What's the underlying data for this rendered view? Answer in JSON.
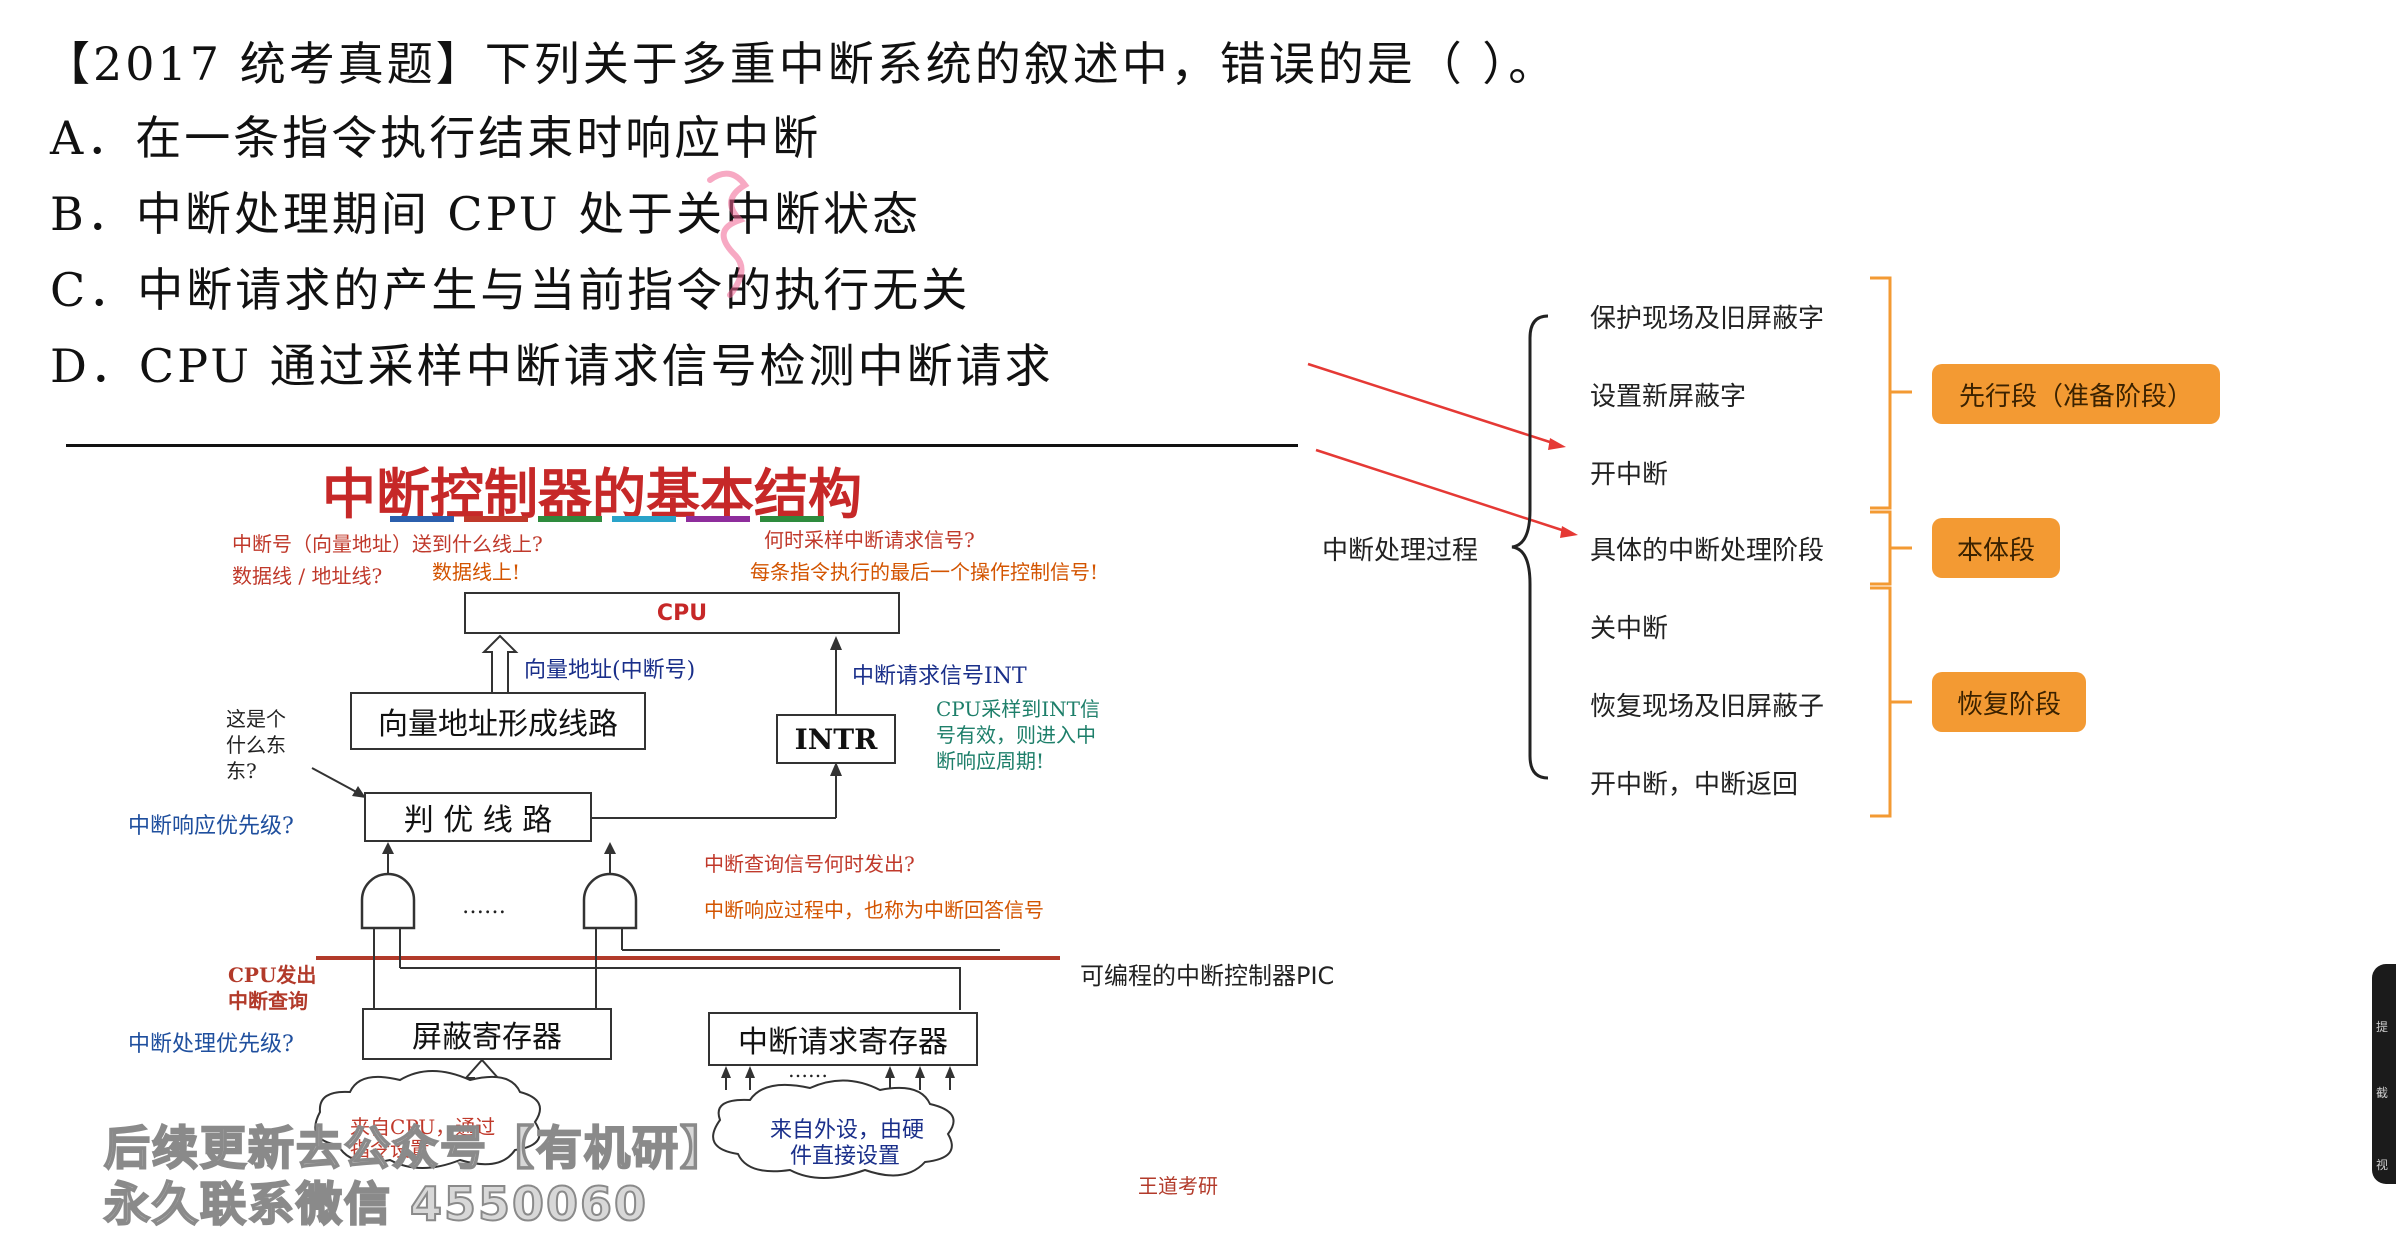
{
  "question": {
    "stem": "【2017 统考真题】下列关于多重中断系统的叙述中，错误的是（ ）。",
    "options": [
      {
        "label": "A．",
        "text": "在一条指令执行结束时响应中断"
      },
      {
        "label": "B．",
        "text": "中断处理期间 CPU 处于关中断状态"
      },
      {
        "label": "C．",
        "text": "中断请求的产生与当前指令的执行无关"
      },
      {
        "label": "D．",
        "text": "CPU 通过采样中断请求信号检测中断请求"
      }
    ]
  },
  "diagram": {
    "title": "中断控制器的基本结构",
    "title_bar_colors": [
      "#2b5fad",
      "#c0392b",
      "#2e8b3e",
      "#29a3c9",
      "#8e2d9c",
      "#2e8b3e"
    ],
    "cpu_label": "CPU",
    "vector_circuit_label": "向量地址形成线路",
    "intr_label": "INTR",
    "priority_label": "判 优 线 路",
    "mask_reg_label": "屏蔽寄存器",
    "req_reg_label": "中断请求寄存器",
    "dots_and": "……",
    "dots_inputs": "……",
    "cloud_left": "来自CPU，通过指令设置",
    "cloud_right_line1": "来自外设，由硬",
    "cloud_right_line2": "件直接设置",
    "annotations": {
      "vector_q1": "中断号（向量地址）送到什么线上?",
      "vector_q2": "数据线 / 地址线?",
      "vector_a": "数据线上!",
      "sample_q": "何时采样中断请求信号?",
      "sample_a": "每条指令执行的最后一个操作控制信号!",
      "vector_addr": "向量地址(中断号)",
      "int_signal": "中断请求信号INT",
      "what_line1": "这是个",
      "what_line2": "什么东",
      "what_line3": "东?",
      "cpu_sample_line1": "CPU采样到INT信",
      "cpu_sample_line2": "号有效，则进入中",
      "cpu_sample_line3": "断响应周期!",
      "resp_priority": "中断响应优先级?",
      "query_q": "中断查询信号何时发出?",
      "query_a": "中断响应过程中，也称为中断回答信号",
      "cpu_query_line1": "CPU发出",
      "cpu_query_line2": "中断查询",
      "handle_priority": "中断处理优先级?",
      "pic": "可编程的中断控制器PIC",
      "source": "王道考研"
    }
  },
  "process": {
    "root": "中断处理过程",
    "steps": [
      "保护现场及旧屏蔽字",
      "设置新屏蔽字",
      "开中断",
      "具体的中断处理阶段",
      "关中断",
      "恢复现场及旧屏蔽子",
      "开中断，中断返回"
    ],
    "phases": [
      "先行段（准备阶段）",
      "本体段",
      "恢复阶段"
    ],
    "phase_color": "#f39a33",
    "arrow_color": "#e53935"
  },
  "watermark": {
    "line1": "后续更新去公众号【有机研】",
    "line2": "永久联系微信 4550060"
  },
  "side_icons": [
    "提",
    "截",
    "视"
  ]
}
